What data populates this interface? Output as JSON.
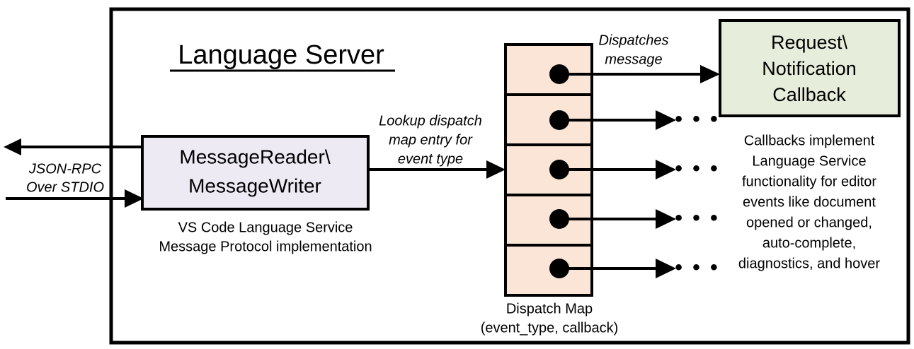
{
  "diagram": {
    "title": "Language Server",
    "colors": {
      "frame_border": "#000000",
      "message_box_fill": "#EDEAF4",
      "dispatch_map_fill": "#FBE5D6",
      "callback_box_fill": "#E6EDDA",
      "text": "#000000",
      "background": "#FFFFFF"
    },
    "external_channel": {
      "label_line1": "JSON-RPC",
      "label_line2": "Over STDIO",
      "outgoing_arrow_name": "outbound-arrow-left",
      "incoming_arrow_name": "inbound-arrow-right"
    },
    "message_box": {
      "line1": "MessageReader\\",
      "line2": "MessageWriter",
      "caption_line1": "VS Code Language Service",
      "caption_line2": "Message Protocol implementation"
    },
    "lookup_edge": {
      "line1": "Lookup dispatch",
      "line2": "map entry for",
      "line3": "event type"
    },
    "dispatch_map": {
      "caption_line1": "Dispatch Map",
      "caption_line2": "(event_type, callback)",
      "row_count": 5,
      "rows": [
        {
          "index": 1,
          "has_dot": true,
          "target": "callback-box"
        },
        {
          "index": 2,
          "has_dot": true,
          "target": "ellipsis"
        },
        {
          "index": 3,
          "has_dot": true,
          "target": "ellipsis"
        },
        {
          "index": 4,
          "has_dot": true,
          "target": "ellipsis"
        },
        {
          "index": 5,
          "has_dot": true,
          "target": "ellipsis"
        }
      ],
      "ellipsis_glyph": "• • •"
    },
    "dispatch_edge": {
      "line1": "Dispatches",
      "line2": "message"
    },
    "callback_box": {
      "line1": "Request\\",
      "line2": "Notification",
      "line3": "Callback"
    },
    "callback_description": [
      "Callbacks implement",
      "Language Service",
      "functionality for editor",
      "events like document",
      "opened or changed,",
      "auto-complete,",
      "diagnostics, and hover"
    ]
  }
}
